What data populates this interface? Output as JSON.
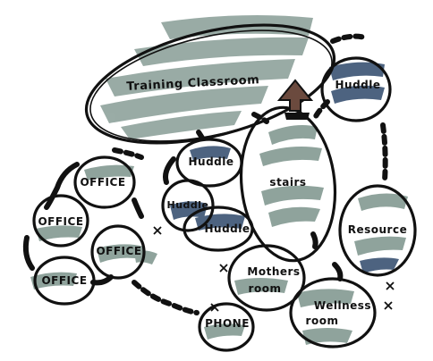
{
  "diagram": {
    "colors": {
      "gray_fill": "#8fa39c",
      "blue_fill": "#4d6380",
      "outline": "#111111"
    },
    "nodes": {
      "training": "Training Classroom",
      "huddle_top": "Huddle",
      "huddle_a": "Huddle",
      "huddle_b": "Huddle",
      "huddle_c": "Huddle",
      "stairs": "stairs",
      "resource": "Resource",
      "office_1": "OFFICE",
      "office_2": "OFFICE",
      "office_3": "OFFICE",
      "office_4": "OFFICE",
      "mothers_1": "Mothers",
      "mothers_2": "room",
      "wellness_1": "Wellness",
      "wellness_2": "room",
      "phone": "PHONE"
    }
  }
}
